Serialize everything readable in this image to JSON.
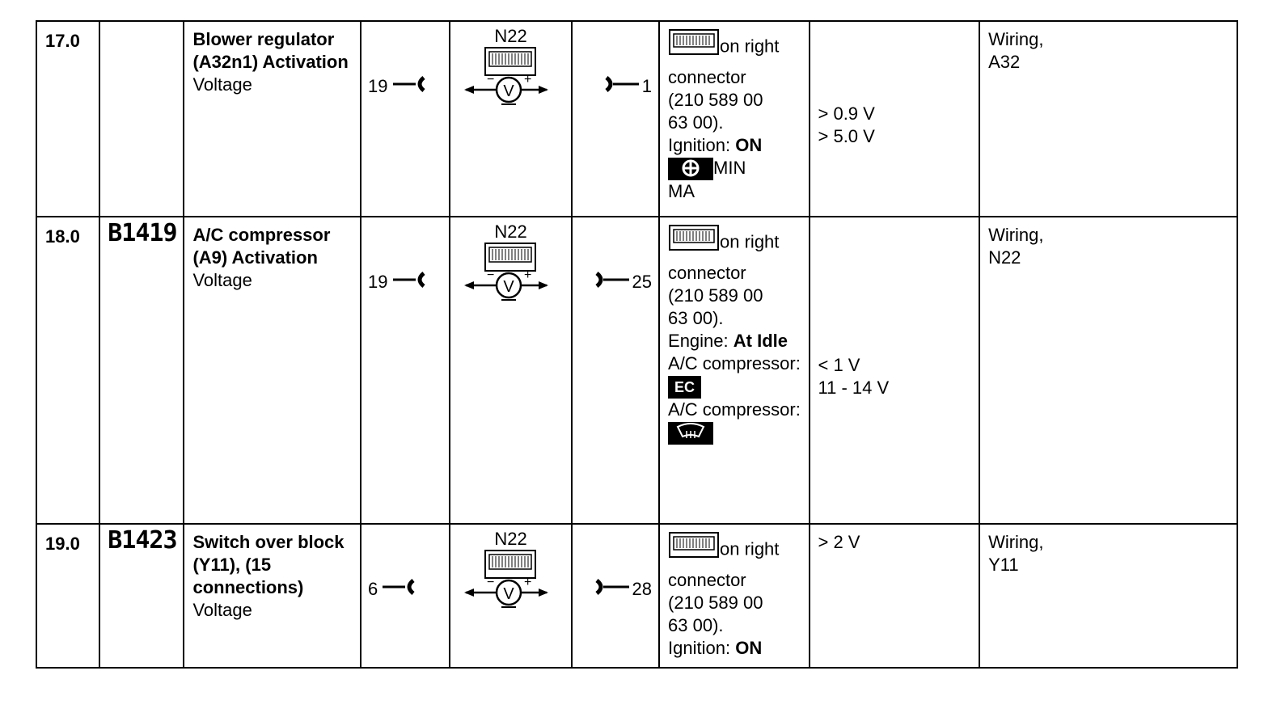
{
  "rows": [
    {
      "step": "17.0",
      "code": "",
      "title": "Blower regulator (A32n1) Activation",
      "quantity": "Voltage",
      "pin_left": "19",
      "meter_label": "N22",
      "pin_right": "1",
      "cond_conn": "on right",
      "cond_lines": [
        "connector",
        "(210 589 00",
        "63 00)."
      ],
      "cond_label1": "Ignition:",
      "cond_value1": "ON",
      "cond_icon_text": "MIN",
      "cond_extra": "MA",
      "values": [
        "> 0.9 V",
        "> 5.0 V"
      ],
      "remedy": [
        "Wiring,",
        "A32"
      ]
    },
    {
      "step": "18.0",
      "code": "B1419",
      "title": "A/C compressor (A9) Activation",
      "quantity": "Voltage",
      "pin_left": "19",
      "meter_label": "N22",
      "pin_right": "25",
      "cond_conn": "on right",
      "cond_lines": [
        "connector",
        "(210 589 00",
        "63 00)."
      ],
      "cond_label1": "Engine:",
      "cond_value1": "At Idle",
      "cond_label2": "A/C compressor:",
      "cond_badge": "EC",
      "cond_label3": "A/C compressor:",
      "values": [
        "< 1 V",
        "11 - 14 V"
      ],
      "remedy": [
        "Wiring,",
        "N22"
      ]
    },
    {
      "step": "19.0",
      "code": "B1423",
      "title": "Switch over block (Y11), (15 connections)",
      "quantity": "Voltage",
      "pin_left": "6",
      "meter_label": "N22",
      "pin_right": "28",
      "cond_conn": "on right",
      "cond_lines": [
        "connector",
        "(210 589 00",
        "63 00)."
      ],
      "cond_label1": "Ignition:",
      "cond_value1": "ON",
      "values": [
        "> 2 V"
      ],
      "remedy": [
        "Wiring,",
        "Y11"
      ]
    }
  ]
}
